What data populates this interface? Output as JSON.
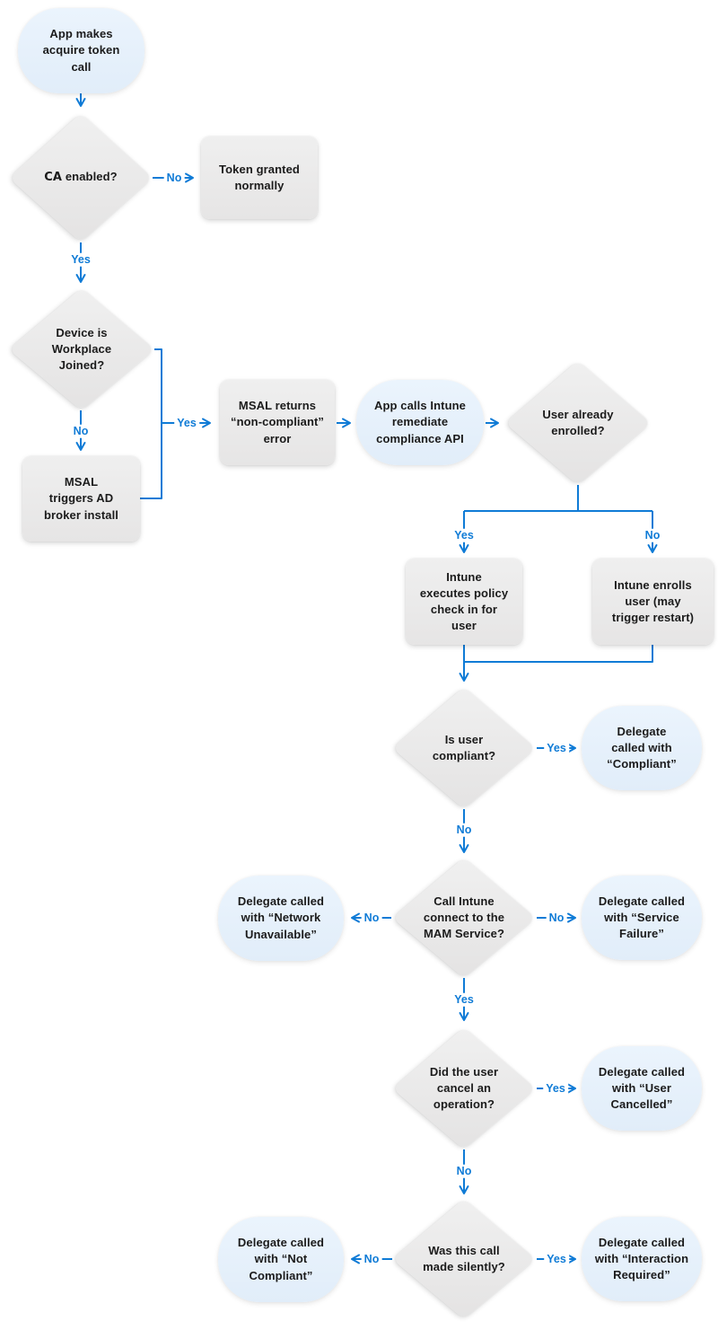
{
  "palette": {
    "connector_blue": "#0f7bd6",
    "terminator_fill": "#e8f3fc",
    "process_fill": "#ebebeb",
    "text_color": "#1b1b1b",
    "background": "#ffffff"
  },
  "nodes": {
    "start": {
      "shape": "terminator",
      "text": "App makes\nacquire token\ncall"
    },
    "ca_enabled": {
      "shape": "decision",
      "text_bold": "CA",
      "text_rest": " enabled?"
    },
    "token_granted": {
      "shape": "process",
      "text": "Token granted\nnormally"
    },
    "workplace_joined": {
      "shape": "decision",
      "text": "Device is\nWorkplace\nJoined?"
    },
    "msal_broker": {
      "shape": "process",
      "text": "MSAL\ntriggers AD\nbroker install"
    },
    "msal_returns": {
      "shape": "process",
      "text": "MSAL returns\n“non-compliant”\nerror"
    },
    "app_calls_intune": {
      "shape": "terminator",
      "text": "App calls Intune\nremediate\ncompliance API"
    },
    "user_enrolled": {
      "shape": "decision",
      "text": "User already\nenrolled?"
    },
    "intune_policy_checkin": {
      "shape": "process",
      "text": "Intune\nexecutes policy\ncheck in for\nuser"
    },
    "intune_enrolls": {
      "shape": "process",
      "text": "Intune enrolls\nuser (may\ntrigger restart)"
    },
    "user_compliant": {
      "shape": "decision",
      "text": "Is user\ncompliant?"
    },
    "delegate_compliant": {
      "shape": "terminator",
      "text": "Delegate\ncalled with\n“Compliant”"
    },
    "mam_service": {
      "shape": "decision",
      "text": "Call Intune\nconnect to the\nMAM Service?"
    },
    "delegate_network_unavailable": {
      "shape": "terminator",
      "text": "Delegate called\nwith “Network\nUnavailable”"
    },
    "delegate_service_failure": {
      "shape": "terminator",
      "text": "Delegate called\nwith “Service\nFailure”"
    },
    "user_cancel": {
      "shape": "decision",
      "text": "Did the user\ncancel an\noperation?"
    },
    "delegate_user_cancelled": {
      "shape": "terminator",
      "text": "Delegate called\nwith “User\nCancelled”"
    },
    "call_silent": {
      "shape": "decision",
      "text": "Was this call\nmade silently?"
    },
    "delegate_not_compliant": {
      "shape": "terminator",
      "text": "Delegate called\nwith “Not\nCompliant”"
    },
    "delegate_interaction_required": {
      "shape": "terminator",
      "text": "Delegate called\nwith “Interaction\nRequired”"
    }
  },
  "edge_labels": {
    "ca_no": "No",
    "ca_yes": "Yes",
    "workplace_no": "No",
    "workplace_yes": "Yes",
    "enrolled_yes": "Yes",
    "enrolled_no": "No",
    "compliant_yes": "Yes",
    "compliant_no": "No",
    "mam_no_left": "No",
    "mam_no_right": "No",
    "mam_yes": "Yes",
    "cancel_yes": "Yes",
    "cancel_no": "No",
    "silent_no": "No",
    "silent_yes": "Yes"
  }
}
